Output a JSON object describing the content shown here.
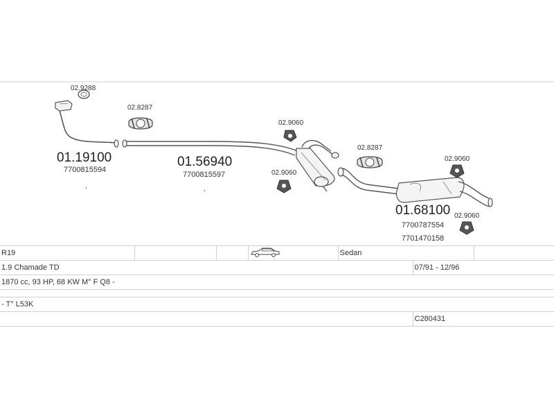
{
  "parts": {
    "p1": {
      "number": "01.19100",
      "oe": "7700815594"
    },
    "p2": {
      "number": "01.56940",
      "oe": "7700815597"
    },
    "p3": {
      "number": "01.68100",
      "oe1": "7700787554",
      "oe2": "7701470158"
    }
  },
  "accessories": {
    "gasket_top": "02.9288",
    "clamp_1": "02.8287",
    "hanger_1": "02.9060",
    "hanger_2": "02.9060",
    "clamp_2": "02.8287",
    "hanger_3": "02.9060",
    "hanger_4": "02.9060"
  },
  "vehicle": {
    "model": "R19",
    "body": "Sedan",
    "engine_name": "1.9 Chamade TD",
    "years": "07/91 - 12/96",
    "engine_spec": "1870 cc, 93 HP, 68 KW M° F Q8 -",
    "gearbox": "- T° L53K",
    "code": "C280431",
    "car_icon": "sedan-car-icon"
  }
}
